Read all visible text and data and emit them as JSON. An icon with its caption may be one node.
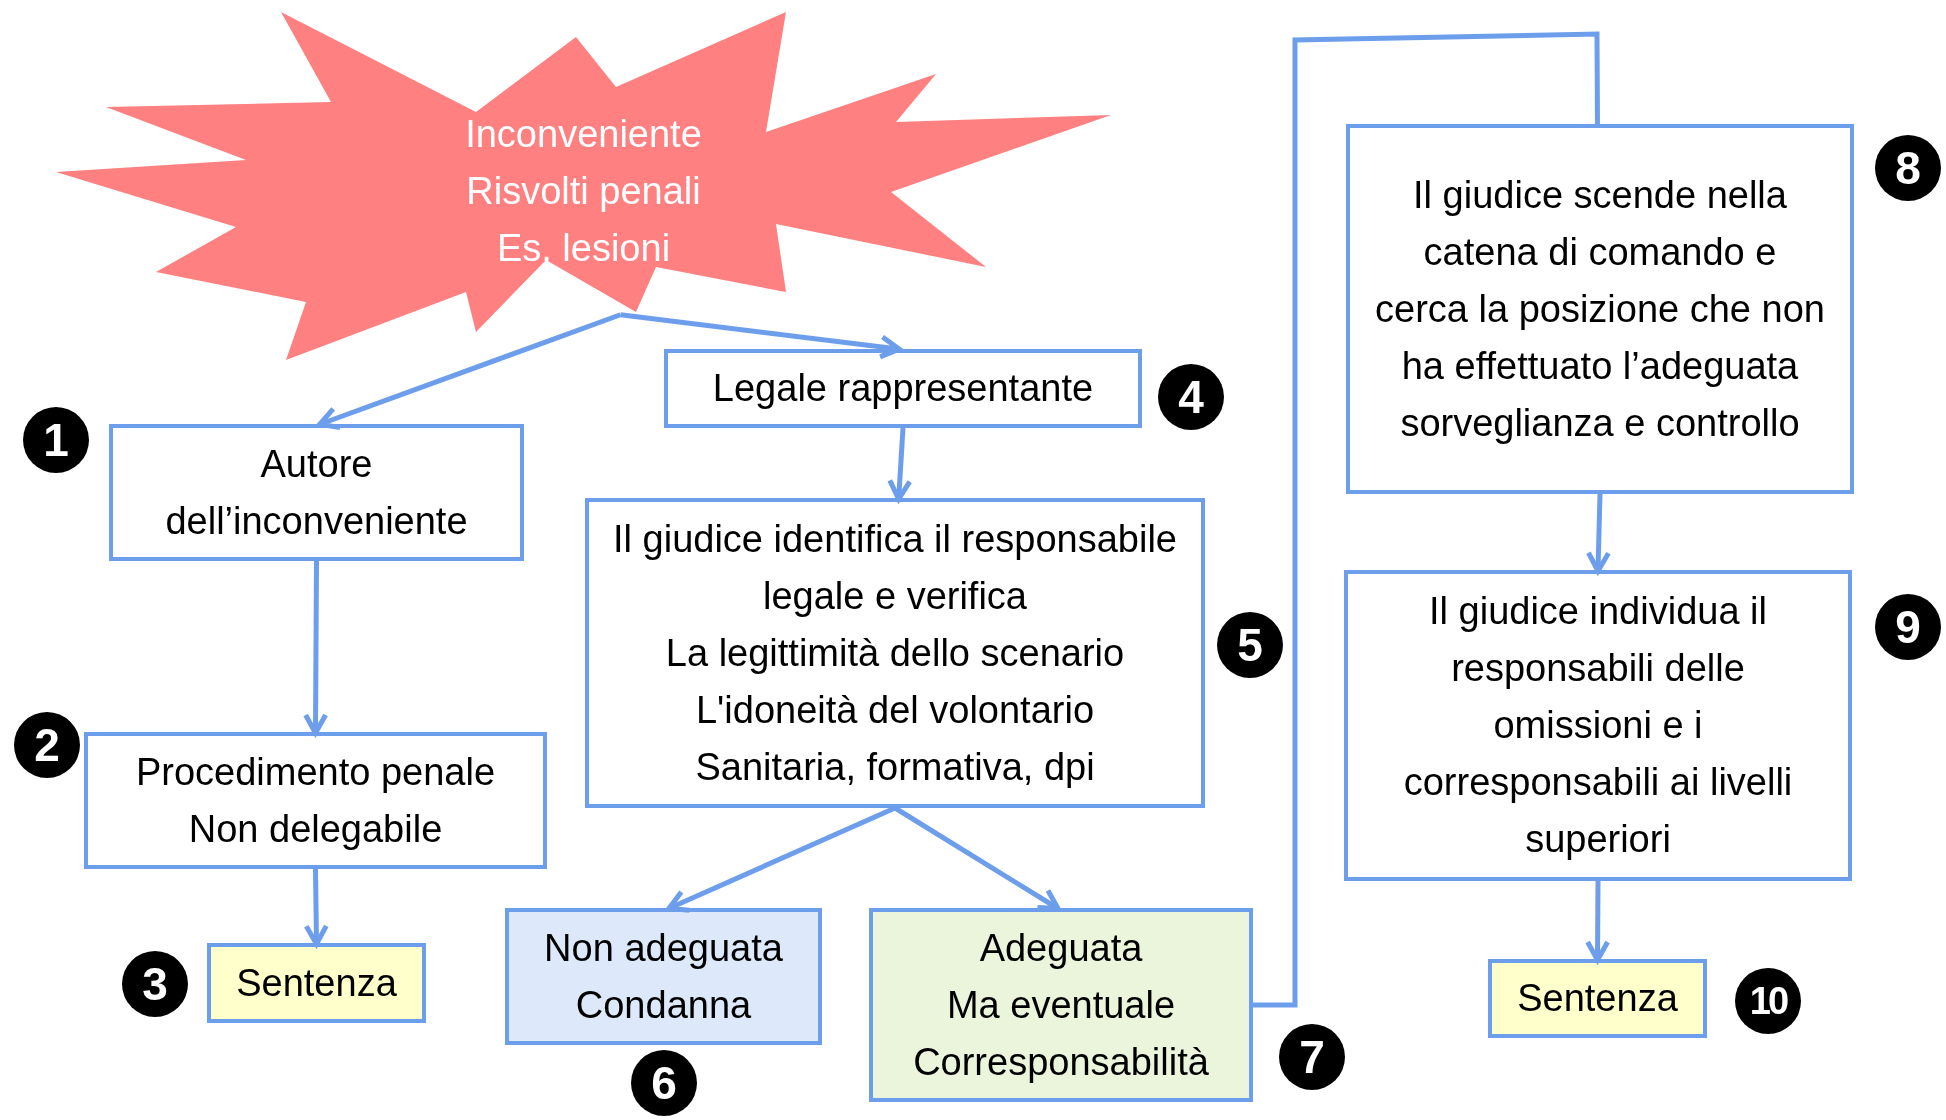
{
  "diagram": {
    "nodes": [
      {
        "text": [
          "Inconveniente",
          "Risvolti penali",
          "Es. lesioni"
        ]
      },
      {
        "text": [
          "Autore dell’inconveniente"
        ]
      },
      {
        "text": [
          "Procedimento penale",
          "Non delegabile"
        ]
      },
      {
        "text": [
          "Sentenza"
        ]
      },
      {
        "text": [
          "Legale rappresentante"
        ]
      },
      {
        "text": [
          "Il giudice identifica il responsabile legale e verifica",
          "La legittimità dello scenario",
          "L'idoneità del volontario",
          "Sanitaria, formativa, dpi"
        ]
      },
      {
        "text": [
          "Non adeguata",
          "Condanna"
        ]
      },
      {
        "text": [
          "Adeguata",
          "Ma eventuale",
          "Corresponsabilità"
        ]
      },
      {
        "text": [
          "Il giudice scende nella catena di comando e cerca la posizione che non ha effettuato l’adeguata sorveglianza e controllo"
        ]
      },
      {
        "text": [
          "Il giudice individua il responsabili delle omissioni e i corresponsabili ai livelli superiori"
        ]
      },
      {
        "text": [
          "Sentenza"
        ]
      }
    ],
    "edges": [
      {
        "from": 0,
        "to": 1,
        "arrow": "to"
      },
      {
        "from": 0,
        "to": 4,
        "arrow": "to"
      },
      {
        "from": 1,
        "to": 2,
        "arrow": "to"
      },
      {
        "from": 2,
        "to": 3,
        "arrow": "to"
      },
      {
        "from": 4,
        "to": 5,
        "arrow": "to"
      },
      {
        "from": 5,
        "to": 6,
        "arrow": "to"
      },
      {
        "from": 5,
        "to": 7,
        "arrow": "to"
      },
      {
        "from": 7,
        "to": 8,
        "arrow": "none"
      },
      {
        "from": 8,
        "to": 9,
        "arrow": "to"
      },
      {
        "from": 9,
        "to": 10,
        "arrow": "to"
      }
    ],
    "labels": [
      "1",
      "2",
      "3",
      "4",
      "5",
      "6",
      "7",
      "8",
      "9",
      "10"
    ]
  }
}
